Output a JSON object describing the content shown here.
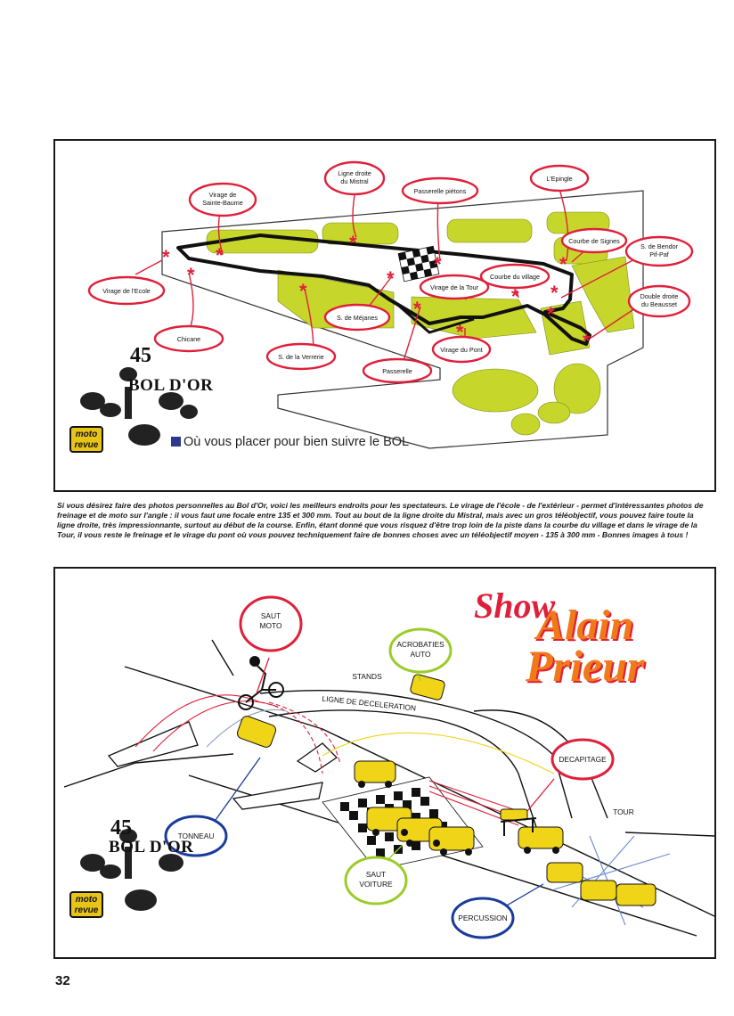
{
  "map": {
    "title": "Où vous placer pour bien suivre le BOL",
    "labels": {
      "virage_ecole": "Virage de l'Ecole",
      "virage_sainte_baume": [
        "Virage de",
        "Sainte-Baume"
      ],
      "ligne_droite_mistral": [
        "Ligne droite",
        "du Mistral"
      ],
      "passerelle_pietons": "Passerelle piétons",
      "epingle": "L'Epingle",
      "courbe_signes": "Courbe de Signes",
      "bendor": [
        "S. de Bendor",
        "Pif-Paf"
      ],
      "double_droite": [
        "Double droite",
        "du Beausset"
      ],
      "courbe_village": "Courbe du village",
      "virage_tour": "Virage de la Tour",
      "s_mejanes": "S. de Méjanes",
      "virage_pont": "Virage du Pont",
      "passerelle": "Passerelle",
      "s_verrerie": "S. de la Verrerie",
      "chicane": "Chicane"
    }
  },
  "logo": {
    "number": "45",
    "name": "BOL D'OR",
    "badge": [
      "moto",
      "revue"
    ]
  },
  "caption": "Si vous désirez faire des photos personnelles au Bol d'Or, voici les meilleurs endroits pour les spectateurs. Le virage de l'école - de l'extérieur - permet d'intéressantes photos de freinage et de moto sur l'angle : il vous faut une focale entre 135 et 300 mm. Tout au bout de la ligne droite du Mistral, mais avec un gros téléobjectif, vous pouvez faire toute la ligne droite, très impressionnante, surtout au début de la course. Enfin, étant donné que vous risquez d'être trop loin de la piste dans la courbe du village et dans le virage de la Tour, il vous reste le freinage et le virage du pont où vous pouvez techniquement faire de bonnes choses avec un téléobjectif moyen - 135 à 300 mm - Bonnes images à tous !",
  "show": {
    "title": [
      "Show",
      "Alain",
      "Prieur"
    ],
    "labels": {
      "saut_moto": [
        "SAUT",
        "MOTO"
      ],
      "acrobaties": [
        "ACROBATIES",
        "AUTO"
      ],
      "stands": "STANDS",
      "ligne_deceleration": "LIGNE DE DECELERATION",
      "decapitage": "DECAPITAGE",
      "tour": "TOUR",
      "tonneau": "TONNEAU",
      "saut_voiture": [
        "SAUT",
        "VOITURE"
      ],
      "percussion": "PERCUSSION"
    }
  },
  "page_number": "32",
  "colors": {
    "red": "#e0203a",
    "green": "#c7d62a",
    "yellow": "#f0d417",
    "blue": "#1b3b9a",
    "lime": "#9ccc2a",
    "orange": "#f07a1a"
  }
}
